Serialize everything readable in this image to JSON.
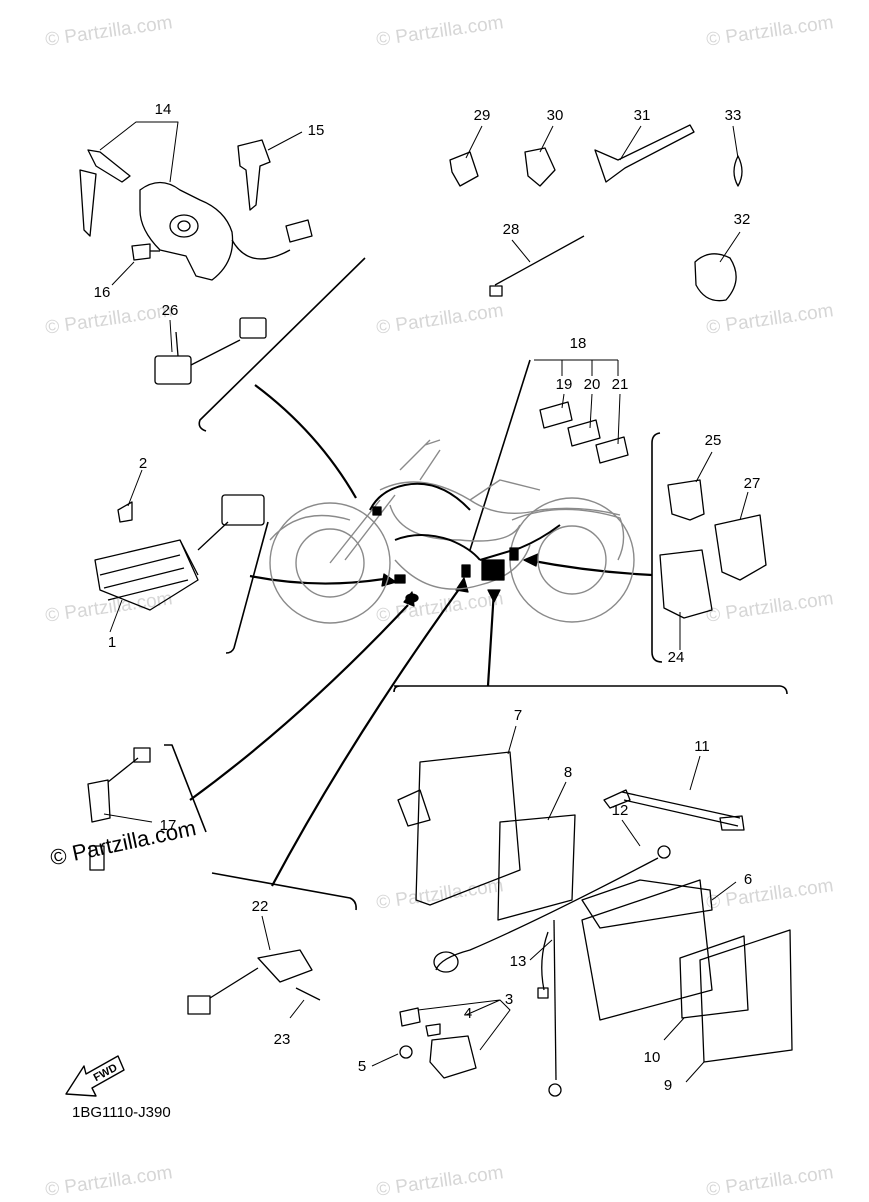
{
  "diagram_code": "1BG1110-J390",
  "fwd_label": "FWD",
  "watermark": "© Partzilla.com",
  "watermark_small": "© Partzilla.com",
  "callouts": {
    "c1": "1",
    "c2": "2",
    "c3": "3",
    "c4": "4",
    "c5": "5",
    "c6": "6",
    "c7": "7",
    "c8": "8",
    "c9": "9",
    "c10": "10",
    "c11": "11",
    "c12": "12",
    "c13": "13",
    "c14": "14",
    "c15": "15",
    "c16": "16",
    "c17": "17",
    "c18": "18",
    "c19": "19",
    "c20": "20",
    "c21": "21",
    "c22": "22",
    "c23": "23",
    "c24": "24",
    "c25": "25",
    "c26": "26",
    "c27": "27",
    "c28": "28",
    "c29": "29",
    "c30": "30",
    "c31": "31",
    "c32": "32",
    "c33": "33"
  }
}
